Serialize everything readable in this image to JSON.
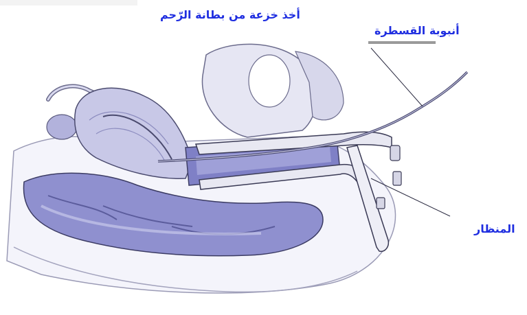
{
  "labels": {
    "title": "أخذ خزعة من بطانة الرّحم",
    "catheter": "أنبوبة القسطرة",
    "speculum": "المنظار"
  },
  "colors": {
    "label_text": "#1f2ee0",
    "tissue_fill": "#8e8fcf",
    "tissue_light": "#c9c9e8",
    "outline": "#3c3c55"
  }
}
